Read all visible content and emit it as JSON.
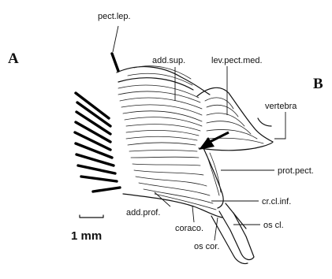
{
  "panel_letters": {
    "left": "A",
    "right": "B"
  },
  "scale_bar": {
    "label": "1 mm"
  },
  "labels": {
    "pect_lep": "pect.lep.",
    "add_sup": "add.sup.",
    "lev_pect_med": "lev.pect.med.",
    "vertebra": "vertebra",
    "prot_pect": "prot.pect.",
    "cr_cl_inf": "cr.cl.inf.",
    "add_prof": "add.prof.",
    "os_cl": "os cl.",
    "coraco": "coraco.",
    "os_cor": "os cor."
  },
  "colors": {
    "ink": "#111111",
    "background": "#ffffff"
  }
}
